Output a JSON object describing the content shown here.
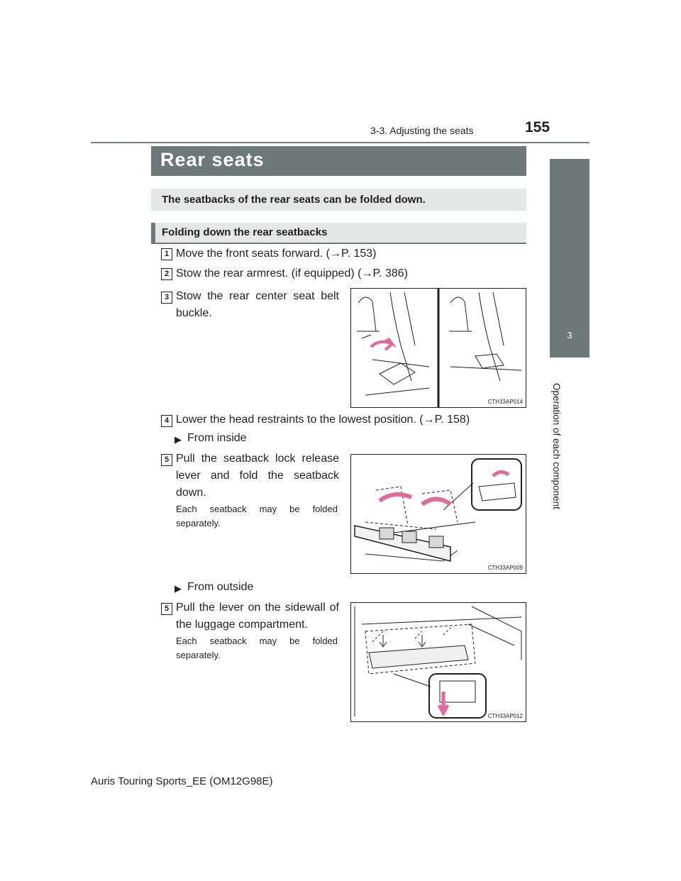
{
  "header": {
    "page_number": "155",
    "section": "3-3. Adjusting the seats"
  },
  "side_tab": {
    "number": "3",
    "label": "Operation of each component"
  },
  "title": "Rear seats",
  "intro": "The seatbacks of the rear seats can be folded down.",
  "subheading": "Folding down the rear seatbacks",
  "steps": [
    {
      "num": "1",
      "text": "Move the front seats forward. (→P. 153)"
    },
    {
      "num": "2",
      "text": "Stow the rear armrest. (if equipped) (→P. 386)"
    },
    {
      "num": "3",
      "text": "Stow the rear center seat belt buckle."
    },
    {
      "num": "4",
      "text": "Lower the head restraints to the lowest position. (→P. 158)"
    },
    {
      "num": "5",
      "text": "Pull the seatback lock release lever and fold the seatback down.",
      "note": "Each seatback may be folded separately."
    },
    {
      "num": "5",
      "text": "Pull the lever on the sidewall of the luggage compartment.",
      "note": "Each seatback may be folded separately."
    }
  ],
  "bullets": {
    "inside": "From inside",
    "outside": "From outside"
  },
  "figures": {
    "fig1": "CTH33AP014",
    "fig2": "CTH33AP009",
    "fig3": "CTH33AP012"
  },
  "footer": "Auris Touring Sports_EE (OM12G98E)",
  "colors": {
    "band": "#6d7977",
    "light_band": "#e6e7e7",
    "arrow_pink": "#e06a9c"
  }
}
